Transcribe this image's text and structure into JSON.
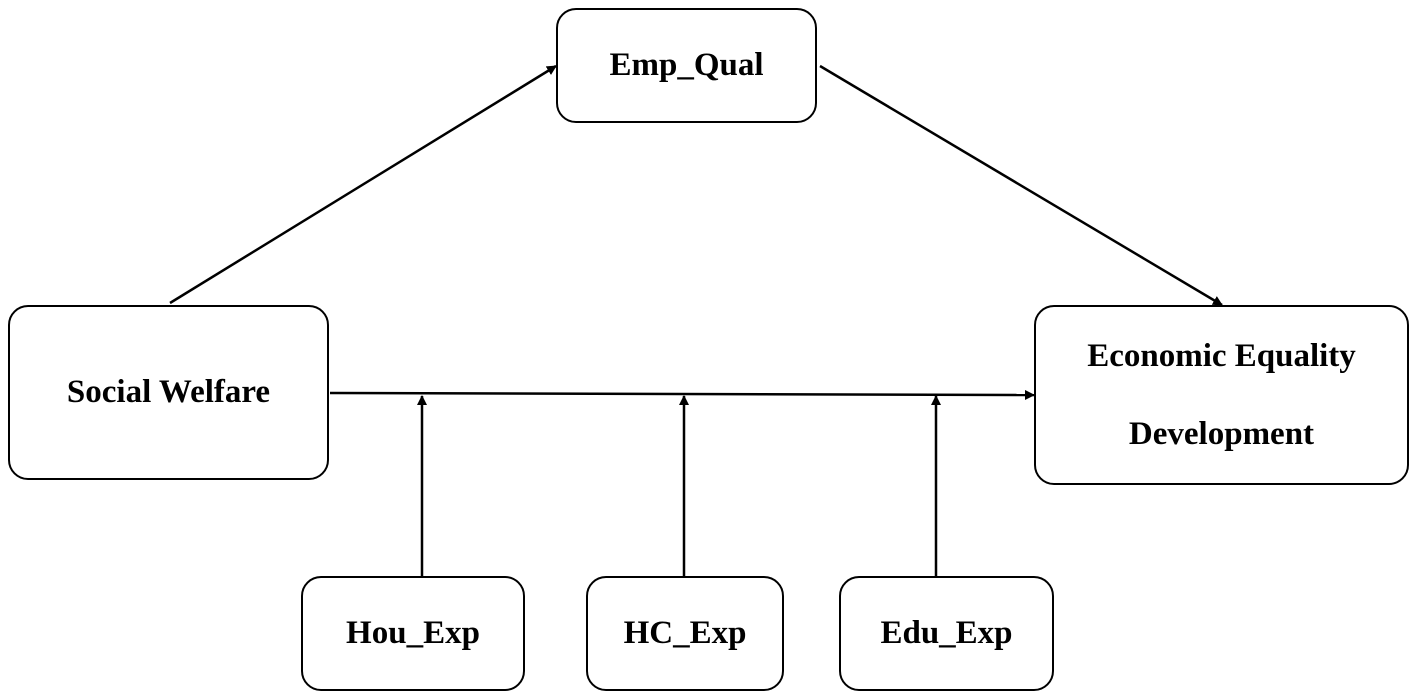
{
  "nodes": {
    "emp_qual": {
      "label": "Emp_Qual"
    },
    "social_welfare": {
      "label": "Social Welfare"
    },
    "economic_equality": {
      "line1": "Economic Equality",
      "line2": "Development"
    },
    "hou_exp": {
      "label": "Hou_Exp"
    },
    "hc_exp": {
      "label": "HC_Exp"
    },
    "edu_exp": {
      "label": "Edu_Exp"
    }
  },
  "edges": [
    {
      "from": "Social Welfare",
      "to": "Emp_Qual"
    },
    {
      "from": "Emp_Qual",
      "to": "Economic Equality Development"
    },
    {
      "from": "Social Welfare",
      "to": "Economic Equality Development"
    },
    {
      "from": "Hou_Exp",
      "to": "Social Welfare → Economic Equality Development"
    },
    {
      "from": "HC_Exp",
      "to": "Social Welfare → Economic Equality Development"
    },
    {
      "from": "Edu_Exp",
      "to": "Social Welfare → Economic Equality Development"
    }
  ],
  "colors": {
    "stroke": "#000000",
    "background": "#ffffff"
  }
}
